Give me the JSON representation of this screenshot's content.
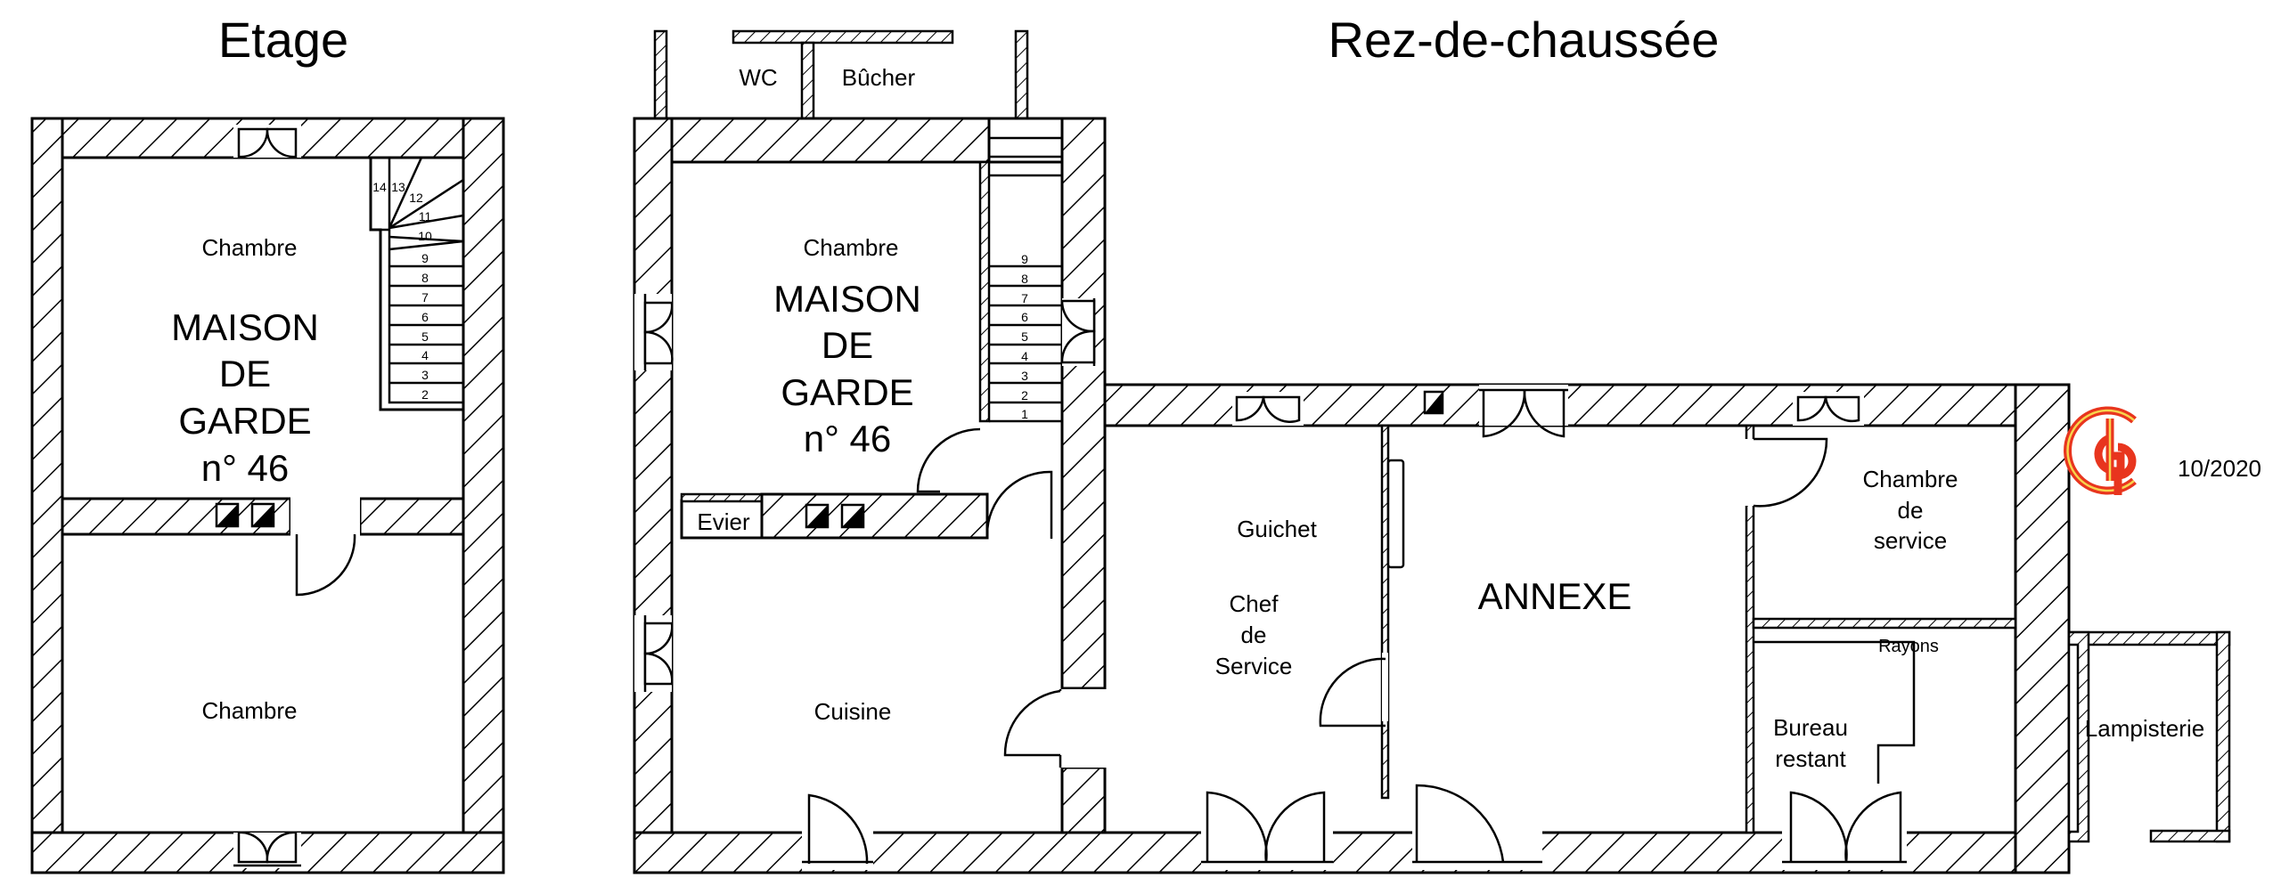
{
  "titles": {
    "upper_floor": "Etage",
    "ground_floor": "Rez-de-chaussée"
  },
  "upper_floor": {
    "rooms": {
      "top_room": "Chambre",
      "bottom_room": "Chambre"
    },
    "building_name": [
      "MAISON",
      "DE",
      "GARDE",
      "n° 46"
    ],
    "stair_steps": [
      "2",
      "3",
      "4",
      "5",
      "6",
      "7",
      "8",
      "9",
      "10",
      "11",
      "12",
      "13",
      "14"
    ]
  },
  "ground_floor": {
    "outbuildings": {
      "wc": "WC",
      "woodshed": "Bûcher"
    },
    "rooms": {
      "bedroom": "Chambre",
      "sink": "Evier",
      "kitchen": "Cuisine",
      "counter": "Guichet",
      "chief_office": [
        "Chef",
        "de",
        "Service"
      ],
      "annex": "ANNEXE",
      "service_room": [
        "Chambre",
        "de",
        "service"
      ],
      "shelves": "Rayons",
      "post_office": [
        "Bureau",
        "restant"
      ],
      "lamp_room": "Lampisterie"
    },
    "building_name": [
      "MAISON",
      "DE",
      "GARDE",
      "n° 46"
    ],
    "stair_steps": [
      "1",
      "2",
      "3",
      "4",
      "5",
      "6",
      "7",
      "8",
      "9"
    ]
  },
  "logo": {
    "monogram": "CGP",
    "date": "10/2020",
    "color": "#e8351e"
  }
}
